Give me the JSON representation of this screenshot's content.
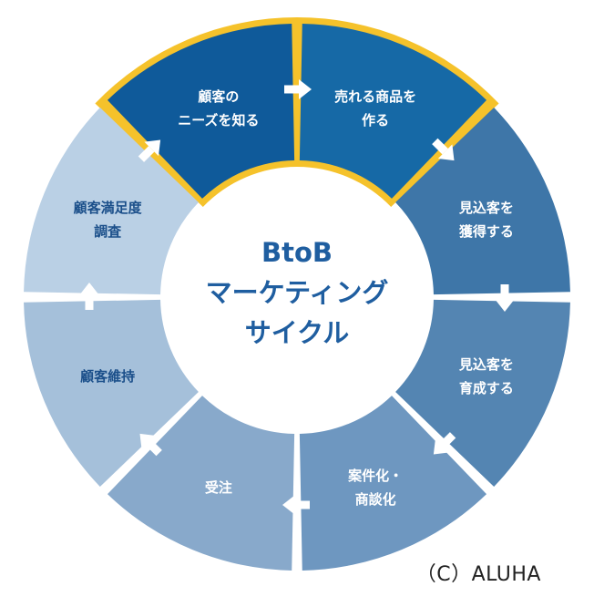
{
  "center": {
    "lines": [
      "BtoB",
      "マーケティング",
      "サイクル"
    ],
    "color": "#1f5ea0"
  },
  "segments": [
    {
      "id": "know-needs",
      "lines": [
        "顧客の",
        "ニーズを知る"
      ],
      "fill": "#0f5a9a",
      "text_color": "#ffffff",
      "highlight": true
    },
    {
      "id": "make-product",
      "lines": [
        "売れる商品を",
        "作る"
      ],
      "fill": "#1669a6",
      "text_color": "#ffffff",
      "highlight": true
    },
    {
      "id": "acquire",
      "lines": [
        "見込客を",
        "獲得する"
      ],
      "fill": "#3e76a8",
      "text_color": "#ffffff",
      "highlight": false
    },
    {
      "id": "nurture",
      "lines": [
        "見込客を",
        "育成する"
      ],
      "fill": "#5485b2",
      "text_color": "#ffffff",
      "highlight": false
    },
    {
      "id": "deal",
      "lines": [
        "案件化・",
        "商談化"
      ],
      "fill": "#6e97c0",
      "text_color": "#ffffff",
      "highlight": false
    },
    {
      "id": "order",
      "lines": [
        "受注"
      ],
      "fill": "#88a9cb",
      "text_color": "#ffffff",
      "highlight": false
    },
    {
      "id": "retain",
      "lines": [
        "顧客維持"
      ],
      "fill": "#a5c0da",
      "text_color": "#1b4f8a",
      "highlight": false
    },
    {
      "id": "survey",
      "lines": [
        "顧客満足度",
        "調査"
      ],
      "fill": "#bad0e5",
      "text_color": "#1b4f8a",
      "highlight": false
    }
  ],
  "colors": {
    "highlight_border": "#f5c22b",
    "arrow": "#ffffff"
  },
  "copyright": "（C）ALUHA"
}
